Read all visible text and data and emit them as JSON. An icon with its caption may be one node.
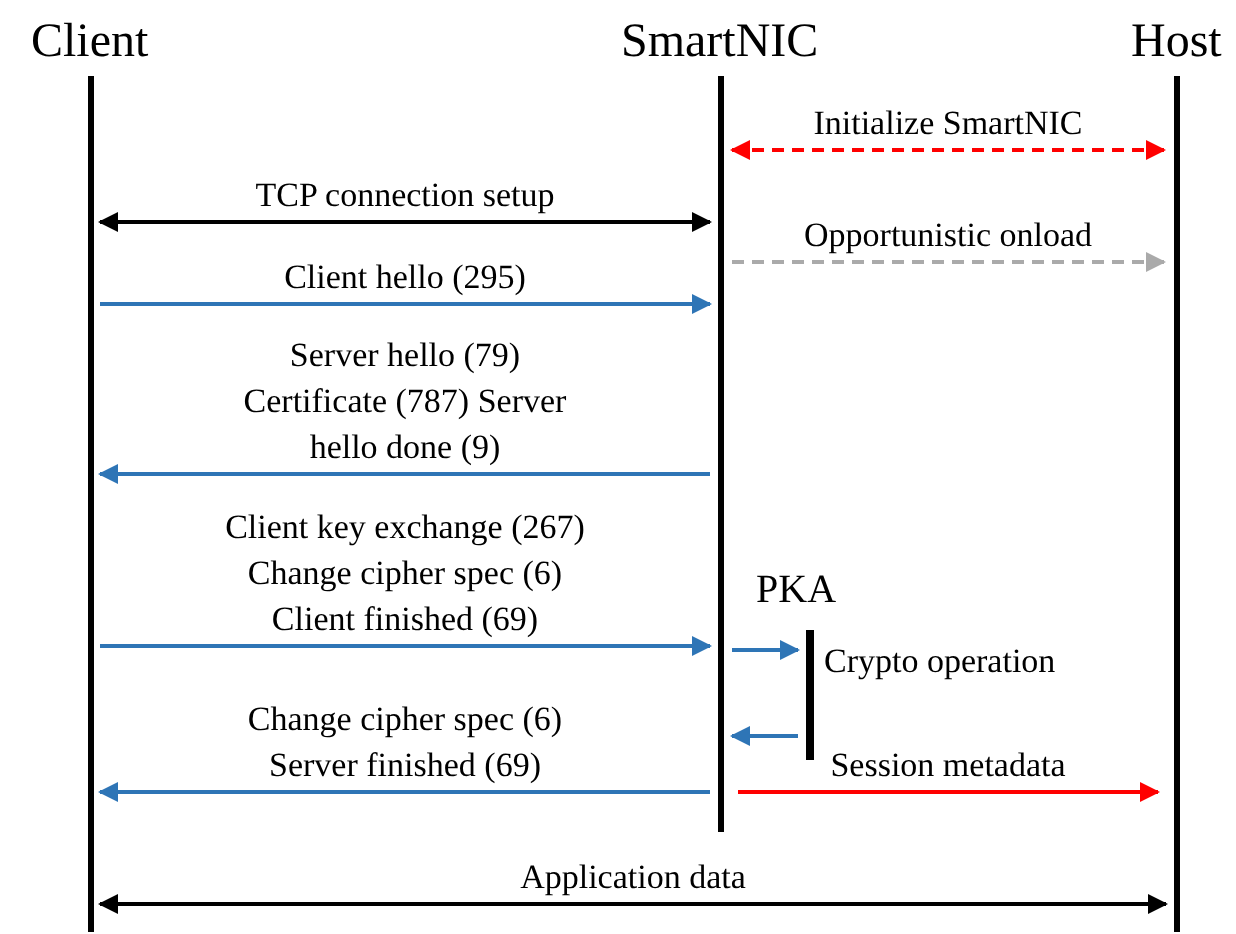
{
  "diagram": {
    "nodes": [
      {
        "text": [
          "Client"
        ]
      },
      {
        "text": [
          "SmartNIC"
        ]
      },
      {
        "text": [
          "Host"
        ]
      },
      {
        "text": [
          "PKA"
        ],
        "beside": [
          "Crypto operation"
        ]
      }
    ],
    "edges": [
      {
        "from": 1,
        "to": 2,
        "arrow": "both",
        "label": "Initialize SmartNIC",
        "style": "dashed",
        "color": "#ff0000"
      },
      {
        "from": 0,
        "to": 1,
        "arrow": "both",
        "label": "TCP connection setup",
        "color": "#000000"
      },
      {
        "from": 1,
        "to": 2,
        "arrow": "to",
        "label": "Opportunistic onload",
        "style": "dashed",
        "color": "#aaaaaa"
      },
      {
        "from": 0,
        "to": 1,
        "arrow": "to",
        "label": "Client hello (295)"
      },
      {
        "from": 1,
        "to": 0,
        "arrow": "to",
        "label": "Server hello (79) Certificate (787) Server hello done (9)"
      },
      {
        "from": 0,
        "to": 1,
        "arrow": "to",
        "label": "Client key exchange (267) Change cipher spec (6) Client finished (69)"
      },
      {
        "from": 1,
        "to": 3,
        "arrow": "to"
      },
      {
        "from": 3,
        "to": 1,
        "arrow": "to"
      },
      {
        "from": 1,
        "to": 0,
        "arrow": "to",
        "label": "Change cipher spec (6) Server finished (69)"
      },
      {
        "from": 1,
        "to": 2,
        "arrow": "to",
        "label": "Session metadata",
        "color": "#ff0000"
      },
      {
        "from": 0,
        "to": 2,
        "arrow": "both",
        "label": "Application data",
        "color": "#000000"
      }
    ]
  }
}
